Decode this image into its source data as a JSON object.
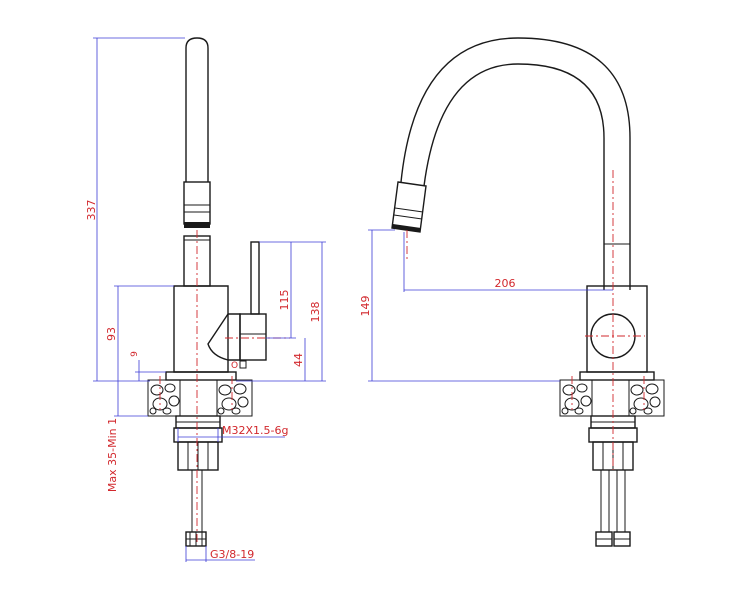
{
  "dimensions": {
    "height_total": "337",
    "height_base": "93",
    "height_9": "9",
    "height_115": "115",
    "height_138": "138",
    "height_44": "44",
    "thickness_range": "Max 35-Min 1",
    "thread_label": "M32X1.5-6g",
    "hose_label": "G3/8-19",
    "reach": "206",
    "height_149": "149"
  },
  "handle_mark": "O",
  "colors": {
    "outline": "#1a1a1a",
    "dimension_line": "#3b3bd6",
    "dimension_text": "#d2282d",
    "centerline": "#d2282d"
  }
}
